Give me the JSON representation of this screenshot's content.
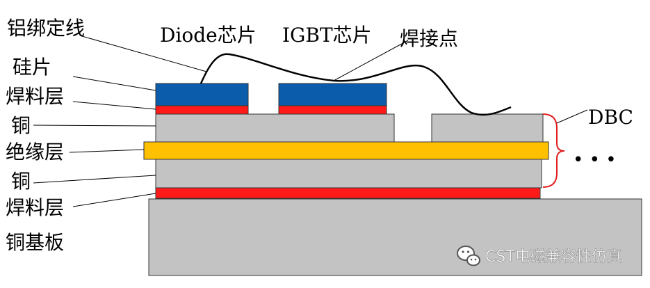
{
  "diagram": {
    "left_labels": {
      "bond_wire": "铝绑定线",
      "silicon_chip": "硅片",
      "solder_layer_top": "焊料层",
      "copper_top": "铜",
      "insulation_layer": "绝缘层",
      "copper_bottom": "铜",
      "solder_layer_bottom": "焊料层",
      "copper_baseplate": "铜基板"
    },
    "top_labels": {
      "diode_chip": "Diode芯片",
      "igbt_chip": "IGBT芯片",
      "solder_joint": "焊接点"
    },
    "right_labels": {
      "dbc": "DBC",
      "ellipsis": "• • •"
    },
    "colors": {
      "chip_blue": "#0b5cab",
      "solder_red": "#ff1a1a",
      "copper_gray": "#c3c3c3",
      "insulation_yellow": "#ffc000",
      "bracket_red": "#e02020",
      "outline": "#333333"
    }
  },
  "watermark": {
    "text": "CST电磁兼容性仿真",
    "icon": "wechat-icon"
  }
}
